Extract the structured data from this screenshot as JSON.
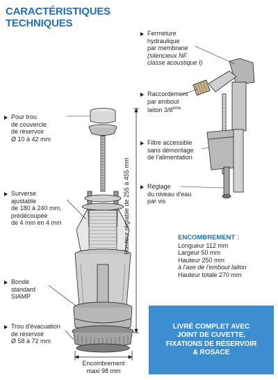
{
  "title": {
    "line1": "CARACTÉRISTIQUES",
    "line2": "TECHNIQUES"
  },
  "labels": {
    "trou_couvercle": [
      "Pour trou",
      "de couvercle",
      "de réservoir",
      "Ø 10 à 42 mm"
    ],
    "surverse": [
      "Surverse",
      "ajustable",
      "de 180 à 240 mm,",
      "prédécoupée",
      "de 4 mm en 4 mm"
    ],
    "bonde": [
      "Bonde",
      "standard",
      "SIAMP"
    ],
    "trou_evacuation": [
      "Trou d'évacuation",
      "de réservoir",
      "Ø 58 à 72 mm"
    ],
    "encombrement_bas": [
      "Encombrement",
      "maxi 98 mm"
    ],
    "hauteur": "Hauteur réglable de 255 à 455 mm",
    "fermeture": [
      "Fermeture",
      "hydraulique",
      "par membrane"
    ],
    "fermeture_note": [
      "(silencieux NF",
      "classe acoustique I)"
    ],
    "raccordement": [
      "Raccordement",
      "par embout",
      "laiton 3/8"
    ],
    "raccordement_sup": "ème",
    "filtre": [
      "Filtre accessible",
      "sans démontage",
      "de l'alimentation"
    ],
    "reglage": [
      "Réglage",
      "du niveau d'eau",
      "par vis"
    ]
  },
  "encombrement": {
    "heading": "ENCOMBREMENT :",
    "longueur": "Longueur 112 mm",
    "largeur": "Largeur 50 mm",
    "hauteur": "Hauteur 250 mm",
    "note": "à l'axe de l'embout laiton",
    "hauteur_totale": "Hauteur totale 270 mm"
  },
  "banner": [
    "LIVRÉ COMPLET AVEC",
    "JOINT DE CUVETTE,",
    "FIXATIONS DE RÉSERVOIR",
    "& ROSACE"
  ],
  "colors": {
    "accent": "#1e6fb8",
    "banner": "#3d8ed0",
    "ink": "#231f20"
  }
}
